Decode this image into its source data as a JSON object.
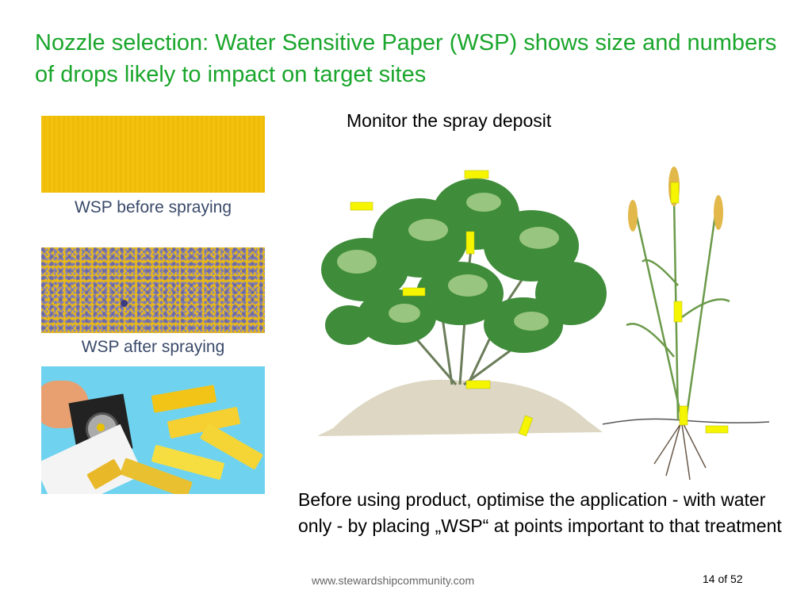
{
  "slide": {
    "title": "Nozzle selection: Water Sensitive Paper (WSP) shows size and numbers of drops likely to impact on target sites",
    "subtitle": "Monitor the spray deposit",
    "wsp_before_label": "WSP before spraying",
    "wsp_after_label": "WSP after spraying",
    "body_text": "Before using product, optimise the application - with water only - by placing „WSP“ at points important to that treatment",
    "footer_url": "www.stewardshipcommunity.com",
    "page_indicator": "14 of 52"
  },
  "colors": {
    "title": "#1aa62c",
    "wsp_yellow": "#f2c20e",
    "wsp_marker": "#f5f500",
    "hand_background": "#6fd3ef"
  }
}
